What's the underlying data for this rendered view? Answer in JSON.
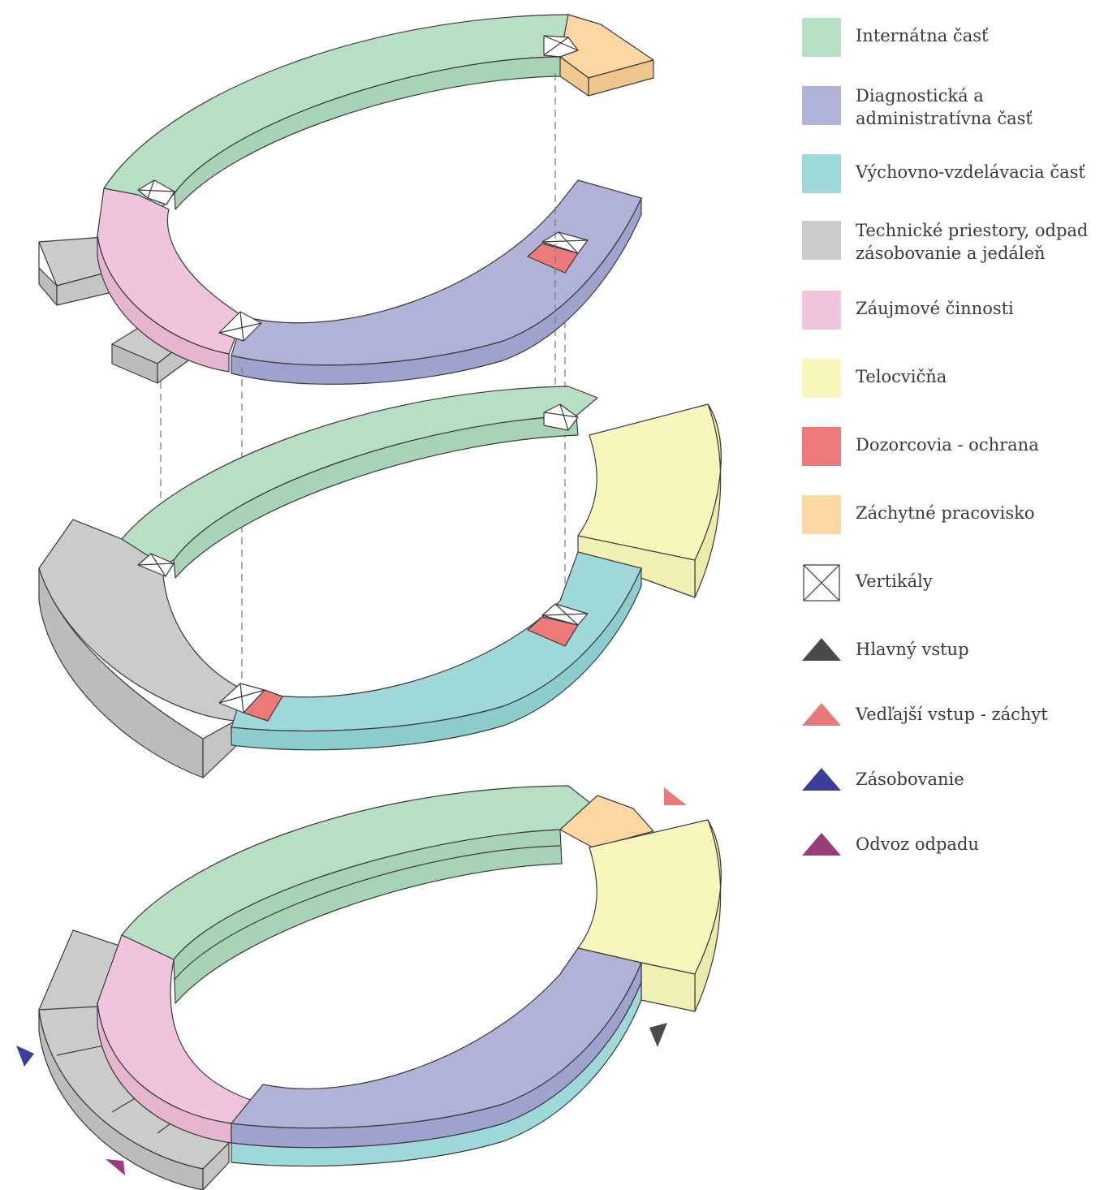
{
  "legend": {
    "items": [
      {
        "key": "internatna",
        "label": "Internátna časť",
        "color": "#b7dfc4",
        "kind": "swatch"
      },
      {
        "key": "diagnosticka",
        "label": "Diagnostická a\nadministratívna časť",
        "color": "#b0b2d8",
        "kind": "swatch"
      },
      {
        "key": "vychovno",
        "label": "Výchovno-vzdelávacia časť",
        "color": "#9ed8d8",
        "kind": "swatch"
      },
      {
        "key": "technicke",
        "label": "Technické priestory, odpad\nzásobovanie a jedáleň",
        "color": "#cbcbcb",
        "kind": "swatch"
      },
      {
        "key": "zaujmove",
        "label": "Záujmové činnosti",
        "color": "#efc4dc",
        "kind": "swatch"
      },
      {
        "key": "telocvicna",
        "label": "Telocvičňa",
        "color": "#f7f6bc",
        "kind": "swatch"
      },
      {
        "key": "dozorcovia",
        "label": "Dozorcovia - ochrana",
        "color": "#ec7a7a",
        "kind": "swatch"
      },
      {
        "key": "zachytne",
        "label": "Záchytné pracovisko",
        "color": "#fcd7a1",
        "kind": "swatch"
      },
      {
        "key": "vertikaly",
        "label": "Vertikály",
        "color": "#ffffff",
        "kind": "cross-box"
      },
      {
        "key": "hlavny",
        "label": "Hlavný vstup",
        "color": "#4a4a4a",
        "kind": "triangle"
      },
      {
        "key": "vedlajsi",
        "label": "Vedľajší vstup - záchyt",
        "color": "#e97a7a",
        "kind": "triangle"
      },
      {
        "key": "zasobovanie",
        "label": "Zásobovanie",
        "color": "#3b3f9a",
        "kind": "triangle"
      },
      {
        "key": "odvoz",
        "label": "Odvoz odpadu",
        "color": "#9a3d7a",
        "kind": "triangle"
      }
    ]
  },
  "colors": {
    "outline": "#3a3a3a",
    "dash": "#777777"
  },
  "icons": {
    "vertical": "cross-box-icon",
    "entrance": "triangle-icon"
  }
}
